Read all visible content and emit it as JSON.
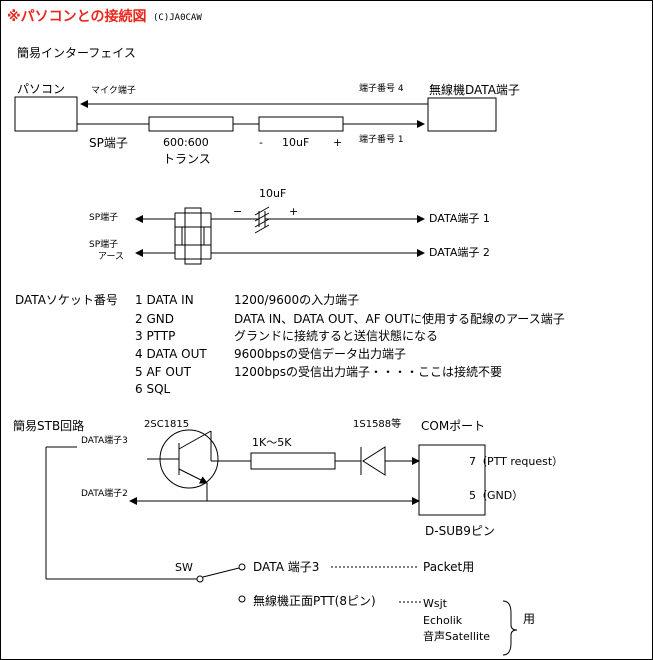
{
  "header": {
    "title": "※パソコンとの接続図",
    "credit": "(C)JA0CAW"
  },
  "simple_interface": {
    "heading": "簡易インターフェイス",
    "pc_box": "パソコン",
    "mic_terminal": "マイク端子",
    "terminal_4": "端子番号 4",
    "radio_box": "無線機DATA端子",
    "sp_terminal": "SP端子",
    "transformer_ratio": "600:600",
    "transformer_label": "トランス",
    "cap_minus": "-",
    "cap_value": "10uF",
    "cap_plus": "+",
    "terminal_1": "端子番号 1"
  },
  "cable_diagram": {
    "cap_value": "10uF",
    "cap_minus": "−",
    "cap_plus": "+",
    "sp_terminal_1": "SP端子",
    "sp_terminal_2": "SP端子",
    "ground": "アース",
    "data_terminal_1": "DATA端子 1",
    "data_terminal_2": "DATA端子 2"
  },
  "socket_table": {
    "heading": "DATAソケット番号",
    "rows": [
      {
        "pin": "1 DATA IN",
        "desc": "1200/9600の入力端子"
      },
      {
        "pin": "2 GND",
        "desc": "DATA IN、DATA OUT、AF OUTに使用する配線のアース端子"
      },
      {
        "pin": "3 PTTP",
        "desc": "グランドに接続すると送信状態になる"
      },
      {
        "pin": "4 DATA OUT",
        "desc": "9600bpsの受信データ出力端子"
      },
      {
        "pin": "5 AF OUT",
        "desc": "1200bpsの受信出力端子・・・・ここは接続不要"
      },
      {
        "pin": "6 SQL",
        "desc": ""
      }
    ]
  },
  "stb_circuit": {
    "heading": "簡易STB回路",
    "transistor": "2SC1815",
    "diode": "1S1588等",
    "com_port": "COMポート",
    "data_terminal_3": "DATA端子3",
    "data_terminal_2": "DATA端子2",
    "resistor": "1K～5K",
    "pin_7": "7（PTT request）",
    "pin_5": "5（GND）",
    "connector": "D-SUB9ピン",
    "switch": "SW",
    "switch_pos1": "DATA 端子3",
    "packet_use": "Packet用",
    "switch_pos2": "無線機正面PTT(8ピン)",
    "apps": [
      "Wsjt",
      "Echolik",
      "音声Satellite"
    ],
    "apps_use": "用"
  }
}
